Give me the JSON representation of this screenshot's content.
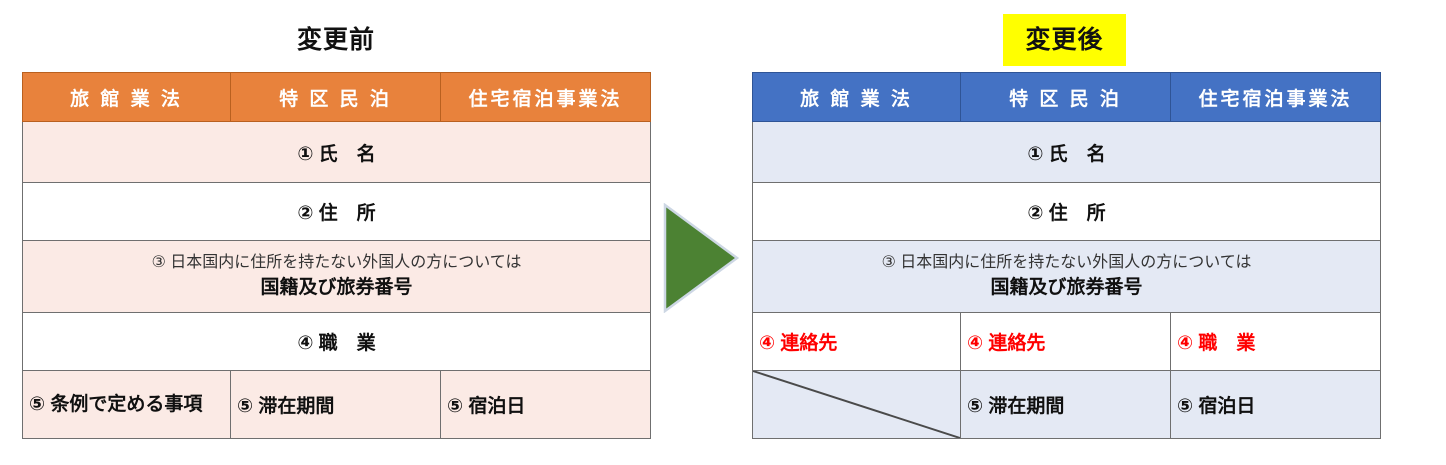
{
  "panels": {
    "before": {
      "title": "変更前",
      "highlight": false,
      "header_color": "#E8823C",
      "tint_color": "#FBEAE5",
      "columns": [
        "旅 館 業 法",
        "特 区 民 泊",
        "住宅宿泊事業法"
      ],
      "rows": [
        {
          "kind": "span3",
          "tint": "pink",
          "text": "① 氏　名"
        },
        {
          "kind": "span3",
          "tint": "white",
          "text": "② 住　所"
        },
        {
          "kind": "span3",
          "tint": "pink",
          "line1": "③ 日本国内に住所を持たない外国人の方については",
          "line2": "国籍及び旅券番号"
        },
        {
          "kind": "span3",
          "tint": "white",
          "text": "④ 職　業"
        },
        {
          "kind": "cells",
          "tint": "pink",
          "cells": [
            "⑤ 条例で定める事項",
            "⑤ 滞在期間",
            "⑤ 宿泊日"
          ]
        }
      ]
    },
    "after": {
      "title": "変更後",
      "highlight": true,
      "highlight_color": "#FFFF00",
      "header_color": "#4472C4",
      "tint_color": "#E4E9F4",
      "columns": [
        "旅 館 業 法",
        "特 区 民 泊",
        "住宅宿泊事業法"
      ],
      "rows": [
        {
          "kind": "span3",
          "tint": "blue",
          "text": "① 氏　名"
        },
        {
          "kind": "span3",
          "tint": "white",
          "text": "② 住　所"
        },
        {
          "kind": "span3",
          "tint": "blue",
          "line1": "③ 日本国内に住所を持たない外国人の方については",
          "line2": "国籍及び旅券番号"
        },
        {
          "kind": "cells",
          "tint": "white",
          "red": true,
          "cells": [
            "④ 連絡先",
            "④ 連絡先",
            "④ 職　業"
          ]
        },
        {
          "kind": "cells",
          "tint": "blue",
          "cells": [
            "",
            "⑤ 滞在期間",
            "⑤ 宿泊日"
          ],
          "diagonal_first": true
        }
      ]
    }
  },
  "arrow": {
    "name": "green-right-arrow",
    "color": "#4C8233",
    "direction": "right"
  },
  "colors": {
    "orange": "#E8823C",
    "blue": "#4472C4",
    "pink_tint": "#FBEAE5",
    "blue_tint": "#E4E9F4",
    "yellow_highlight": "#FFFF00",
    "red_text": "#FF0000",
    "arrow_green": "#4C8233"
  }
}
